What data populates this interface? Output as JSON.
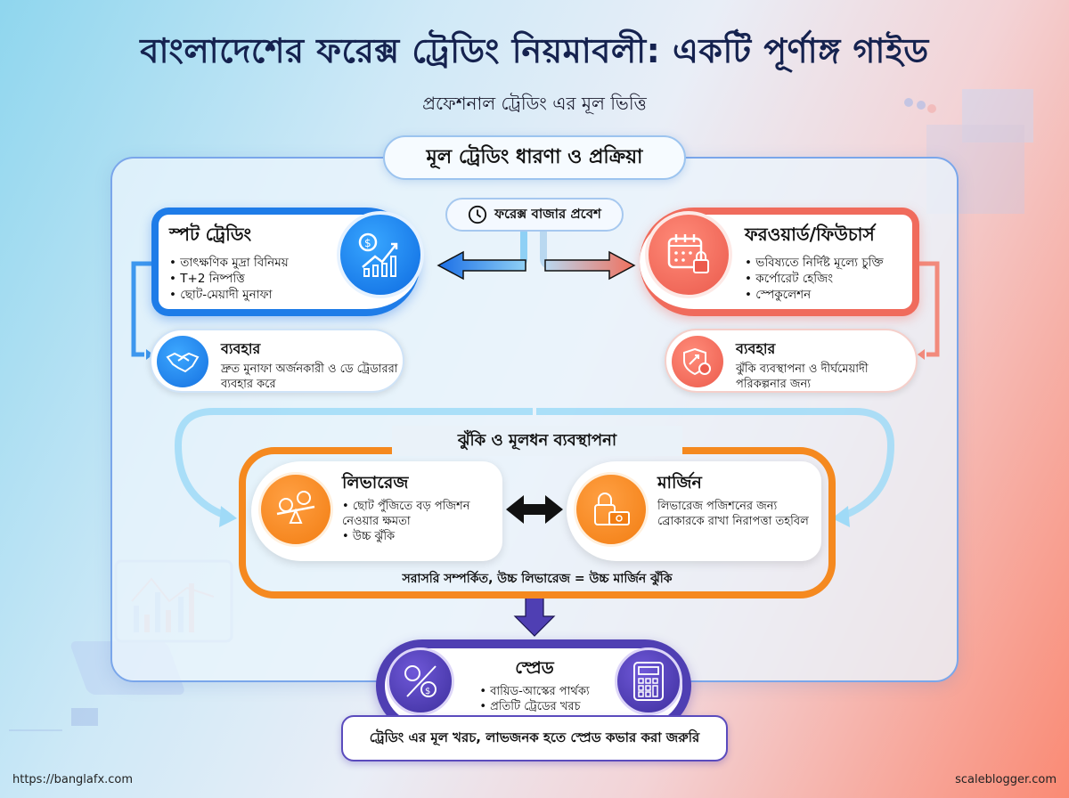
{
  "header": {
    "title": "বাংলাদেশের ফরেক্স ট্রেডিং নিয়মাবলী: একটি পূর্ণাঙ্গ গাইড",
    "subtitle": "প্রফেশনাল ট্রেডিং এর মূল ভিত্তি"
  },
  "core_section": {
    "title": "মূল ট্রেডিং ধারণা ও প্রক্রিয়া",
    "entry": {
      "icon": "clock-icon",
      "label": "ফরেক্স বাজার প্রবেশ"
    },
    "spot": {
      "title": "স্পট ট্রেডিং",
      "icon": "chart-growth-icon",
      "items": [
        "তাৎক্ষণিক মুদ্রা বিনিময়",
        "T+2 নিষ্পত্তি",
        "ছোট-মেয়াদী মুনাফা"
      ],
      "usage": {
        "icon": "handshake-icon",
        "title": "ব্যবহার",
        "desc": "দ্রুত মুনাফা অর্জনকারী ও ডে ট্রেডাররা ব্যবহার করে"
      }
    },
    "forward": {
      "title": "ফরওয়ার্ড/ফিউচার্স",
      "icon": "calendar-lock-icon",
      "items": [
        "ভবিষ্যতে নির্দিষ্ট মূল্যে চুক্তি",
        "কর্পোরেট হেজিং",
        "স্পেকুলেশন"
      ],
      "usage": {
        "icon": "shield-icon",
        "title": "ব্যবহার",
        "desc": "ঝুঁকি ব্যবস্থাপনা ও দীর্ঘমেয়াদী পরিকল্পনার জন্য"
      }
    }
  },
  "risk_section": {
    "title": "ঝুঁকি ও মূলধন ব্যবস্থাপনা",
    "leverage": {
      "title": "লিভারেজ",
      "icon": "balance-scale-icon",
      "items": [
        "ছোট পুঁজিতে বড় পজিশন নেওয়ার ক্ষমতা",
        "উচ্চ ঝুঁকি"
      ]
    },
    "margin": {
      "title": "মার্জিন",
      "icon": "lock-cash-icon",
      "desc": "লিভারেজ পজিশনের জন্য ব্রোকারকে রাখা নিরাপত্তা তহবিল"
    },
    "relation": "সরাসরি সম্পর্কিত, উচ্চ লিভারেজ = উচ্চ মার্জিন ঝুঁকি"
  },
  "spread_section": {
    "title": "স্প্রেড",
    "left_icon": "percent-exchange-icon",
    "right_icon": "calculator-icon",
    "items": [
      "বায়িড-আস্কের পার্থক্য",
      "প্রতিটি ট্রেডের খরচ"
    ],
    "note": "ট্রেডিং এর মূল খরচ, লাভজনক হতে স্প্রেড কভার করা জরুরি"
  },
  "colors": {
    "title": "#15224f",
    "spot_blue": "#1e7ce8",
    "forward_red": "#f06b5c",
    "risk_orange": "#f5891f",
    "spread_purple": "#4f3fb3"
  },
  "footer": {
    "left": "https://banglafx.com",
    "right": "scaleblogger.com"
  }
}
